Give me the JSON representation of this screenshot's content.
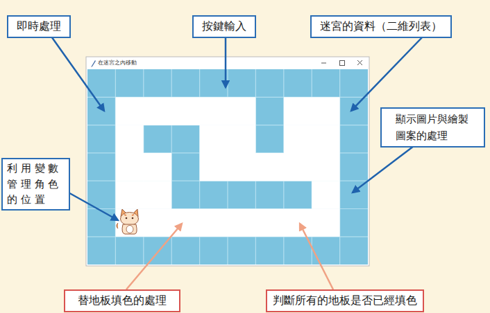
{
  "diagram": {
    "nodes": [
      {
        "text": [
          "即時處理"
        ]
      },
      {
        "text": [
          "按鍵輸入"
        ]
      },
      {
        "text": [
          "迷宮的資料（二維列表）"
        ]
      },
      {
        "text": [
          "顯示圖片與繪製圖案的處理"
        ]
      },
      {
        "text": [
          "利用變數管理角色的位置"
        ]
      },
      {
        "text": [
          "替地板填色的處理"
        ]
      },
      {
        "text": [
          "判斷所有的地板是否已經填色"
        ]
      }
    ],
    "labels": [
      "在迷宮之內移動"
    ]
  }
}
